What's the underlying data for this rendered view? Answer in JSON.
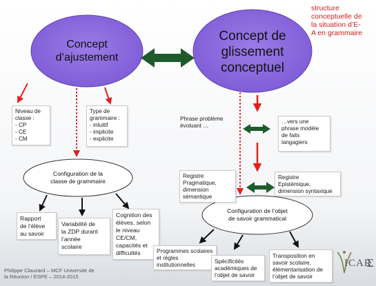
{
  "corner_note": "structure\nconceptuelle de\nla situation d’E-\nA en grammaire",
  "nodes": {
    "concept_ajustement": "Concept\nd’ajustement",
    "concept_glissement": "Concept de\nglissement\nconceptuel",
    "config_classe": "Configuration de la\nclasse de grammaire",
    "config_objet": "Configuration de l’objet\nde savoir grammatical"
  },
  "boxes": {
    "niveau_classe": "Niveau de\nclasse :\n- CP\n- CE\n- CM",
    "type_grammaire": "Type de\ngrammaire :\n- intuitif\n- implicite\n- explicite",
    "phrase_probleme": "Phrase problème\névoluant …",
    "phrase_modele": "…vers une\nphrase modèle\nde faits\nlangagiers",
    "registre_pragmatique": "Registre\nPragmatique,\ndimension\nsémantique",
    "registre_epistemique": "Registre\nEpistémique,\ndimension syntaxique",
    "rapport_eleve": "Rapport\nde l’élève\nau savoir",
    "variabilite_zdp": "Variabilité de\nla ZDP durant\nl’année\nscolaire",
    "cognition_eleves": "Cognition des\nélèves, selon\nle niveau\nCE/CM,\ncapacités et\ndifficultés",
    "programmes_scolaires": "Programmes scolaires\net règles\ninstitutionnelles",
    "specificites": "Spécificités\nacadémiques de\nl’objet de savoir",
    "transposition": "Transposition en\nsavoir scolaire,\nélémentarisation de\nl’objet de savoir"
  },
  "footer": "Philippe Clauzard – MCF Université de\nla Réunion / ESPE – 2014-2015",
  "logo_text": "ICAR",
  "colors": {
    "ellipse_fill": "#8a69dc",
    "green_arrow": "#1f5a2c",
    "red_arrow": "#e21f1f",
    "black_arrow": "#111111",
    "corner_text": "#d21e1e"
  }
}
